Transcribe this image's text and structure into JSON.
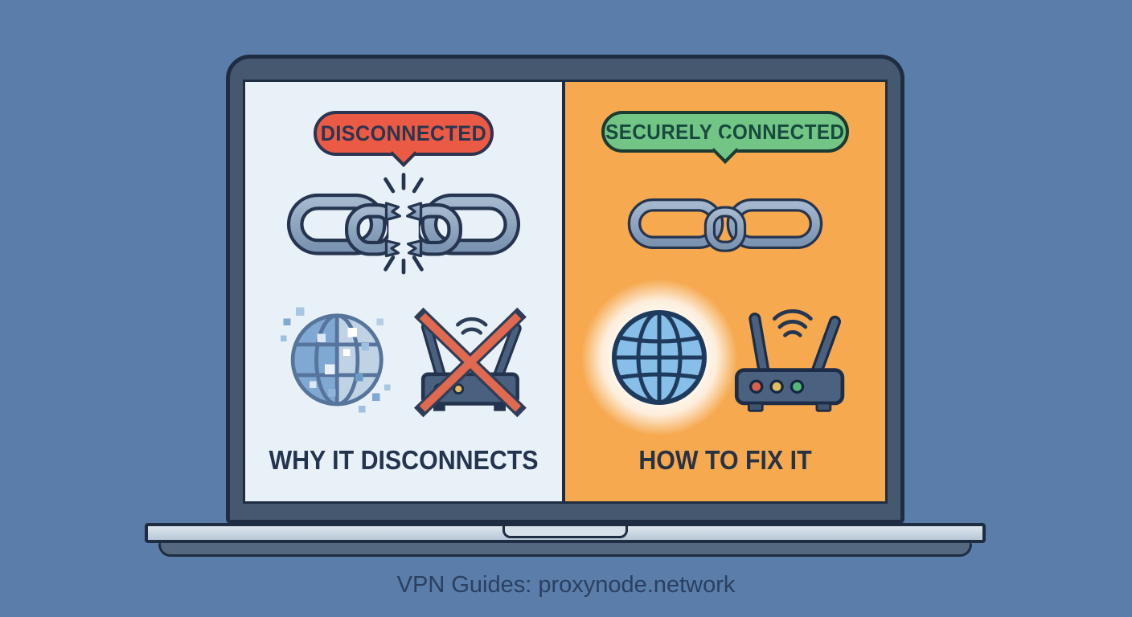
{
  "background_color": "#5a7da9",
  "laptop": {
    "bezel_color": "#46586f",
    "outline_color": "#1f2d42"
  },
  "left_panel": {
    "badge_label": "DISCONNECTED",
    "badge_color": "#ea5a44",
    "panel_color": "#e9f1f8",
    "caption": "WHY IT DISCONNECTS",
    "icons": [
      "broken-chain-icon",
      "pixelated-globe-icon",
      "router-crossed-out-icon"
    ]
  },
  "right_panel": {
    "badge_label": "SECURELY CONNECTED",
    "badge_color": "#72c585",
    "panel_color": "#f6a94f",
    "caption": "HOW TO FIX IT",
    "icons": [
      "chain-link-icon",
      "globe-icon",
      "router-wifi-icon"
    ]
  },
  "footer": {
    "text": "VPN Guides: proxynode.network",
    "color": "#2a4062"
  }
}
